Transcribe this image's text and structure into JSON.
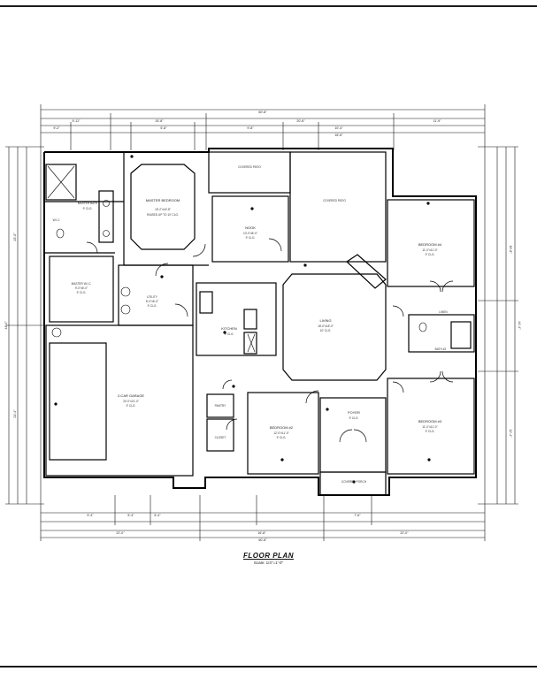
{
  "drawing": {
    "title": "FLOOR PLAN",
    "scale": "Scale: 1/4\"=1'-0\""
  },
  "rooms": {
    "master_bedroom": {
      "name": "MASTER BEDROOM",
      "size": "15'-2\"x16'-8\"",
      "ceiling": "RAISED UP TO 10' CLG."
    },
    "master_bath": {
      "name": "MASTER BATH",
      "ceiling": "9' CLG."
    },
    "wic": {
      "name": "W.I.C."
    },
    "nook": {
      "name": "NOOK",
      "size": "10'-0\"x8'-0\"",
      "ceiling": "9' CLG."
    },
    "covered_patio_top": {
      "name": "COVERED PATIO"
    },
    "covered_patio_mid": {
      "name": "COVERED PATIO"
    },
    "bedroom4": {
      "name": "BEDROOM #4",
      "size": "11'-0\"x11'-0\"",
      "ceiling": "9' CLG."
    },
    "master_wic": {
      "name": "MASTER W.I.C.",
      "size": "9'-0\"x6'-0\"",
      "ceiling": "9' CLG."
    },
    "utility": {
      "name": "UTILITY",
      "size": "8'-0\"x6'-0\"",
      "ceiling": "9' CLG."
    },
    "kitchen": {
      "name": "KITCHEN",
      "ceiling": "9' CLG."
    },
    "living": {
      "name": "LIVING",
      "size": "18'-0\"x18'-0\"",
      "ceiling": "10' CLG."
    },
    "bath2": {
      "name": "BATH #2"
    },
    "linen": {
      "name": "LINEN"
    },
    "garage": {
      "name": "2-CAR GARAGE",
      "size": "20'-0\"x21'-0\"",
      "ceiling": "9' CLG."
    },
    "pantry": {
      "name": "PANTRY"
    },
    "closet": {
      "name": "CLOSET"
    },
    "bedroom2": {
      "name": "BEDROOM #2",
      "size": "12'-0\"x11'-0\"",
      "ceiling": "9' CLG."
    },
    "foyer": {
      "name": "FOYER",
      "ceiling": "9' CLG."
    },
    "bedroom3": {
      "name": "BEDROOM #3",
      "size": "11'-0\"x11'-0\"",
      "ceiling": "9' CLG."
    },
    "covered_porch": {
      "name": "COVERED PORCH"
    }
  },
  "dimensions": {
    "overall_width": "60'-8\"",
    "top_segments": [
      "9'-11\"",
      "15'-8\"",
      "20'-6\"",
      "11'-9\""
    ],
    "top_sub": [
      "9'-2\"",
      "5'-8\"",
      "9'-8\"",
      "10'-4\"",
      "16'-6\""
    ],
    "bottom_overall": "60'-8\"",
    "bottom_segments": [
      "22'-0\"",
      "16'-8\"",
      "22'-0\""
    ],
    "bottom_sub": [
      "9'-4\"",
      "5'-4\"",
      "5'-4\"",
      "7'-6\""
    ],
    "left_overall": "44'-4\"",
    "left_segments": [
      "23'-0\"",
      "21'-4\""
    ],
    "right_overall": "44'-4\"",
    "right_segments": [
      "19'-8\"",
      "12'-4\""
    ]
  }
}
